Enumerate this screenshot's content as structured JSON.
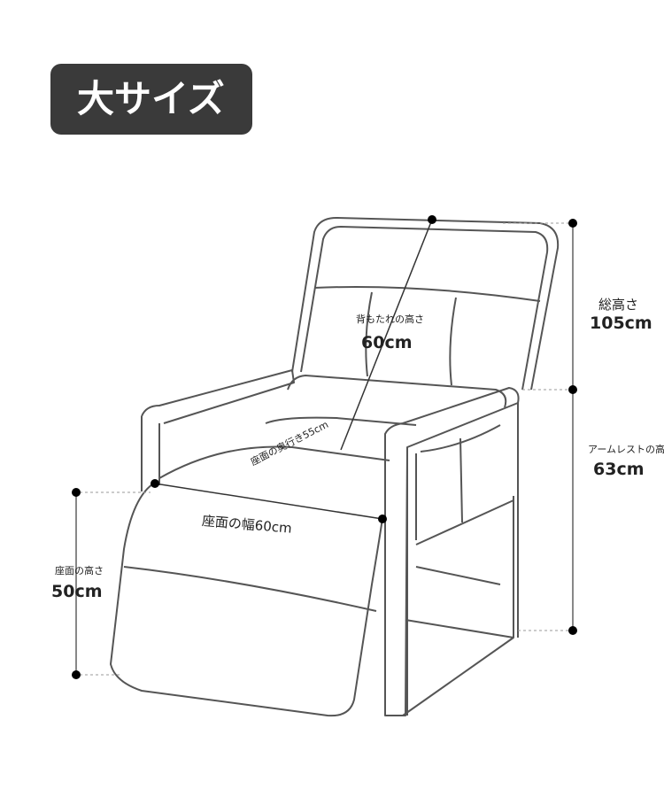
{
  "title": "大サイズ",
  "dimensions": {
    "total_height": {
      "label": "総高さ",
      "value": "105cm"
    },
    "backrest_height": {
      "label": "背もたれの高さ",
      "value": "60cm"
    },
    "armrest_height": {
      "label": "アームレストの高さ",
      "value": "63cm"
    },
    "seat_depth": {
      "label": "座面の奥行き55cm"
    },
    "seat_width": {
      "label": "座面の幅60cm"
    },
    "seat_height": {
      "label": "座面の高さ",
      "value": "50cm"
    }
  }
}
